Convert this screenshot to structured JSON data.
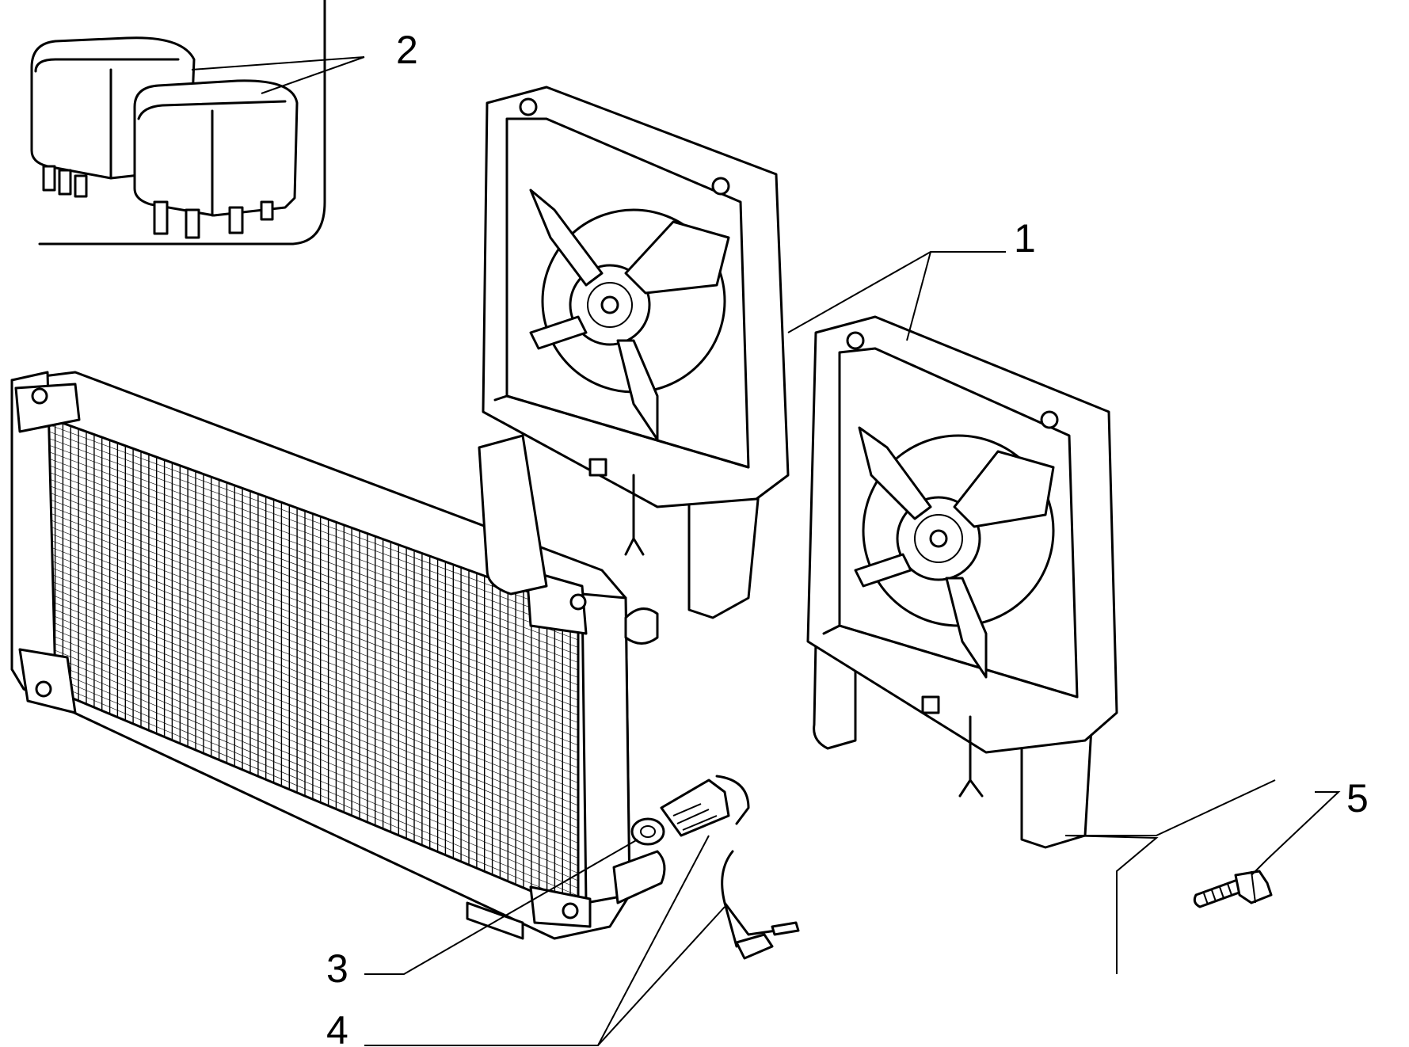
{
  "callouts": {
    "fan": "1",
    "relays": "2",
    "seal_washer": "3",
    "thermal_switch": "4",
    "screw": "5"
  }
}
